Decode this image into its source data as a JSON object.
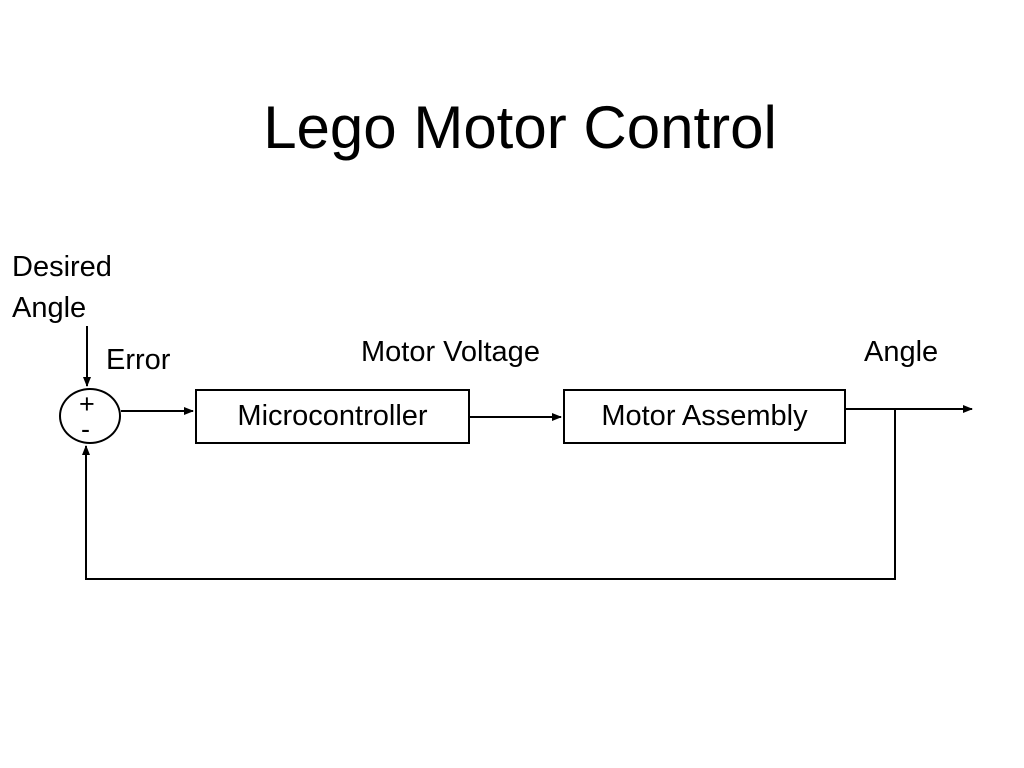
{
  "title": "Lego Motor Control",
  "diagram": {
    "input_label_line1": "Desired",
    "input_label_line2": "Angle",
    "error_label": "Error",
    "voltage_label": "Motor Voltage",
    "output_label": "Angle",
    "summing_junction": {
      "plus_sign": "+",
      "minus_sign": "-"
    },
    "blocks": {
      "controller": "Microcontroller",
      "plant": "Motor Assembly"
    }
  }
}
